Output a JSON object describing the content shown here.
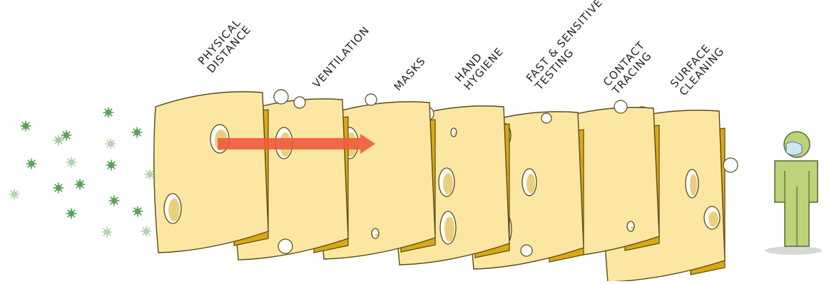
{
  "layers": [
    {
      "label_lines": [
        "PHYSICAL",
        "DISTANCE"
      ]
    },
    {
      "label_lines": [
        "VENTILATION"
      ]
    },
    {
      "label_lines": [
        "MASKS"
      ]
    },
    {
      "label_lines": [
        "HAND",
        "HYGIENE"
      ]
    },
    {
      "label_lines": [
        "FAST & SENSITIVE",
        "TESTING"
      ]
    },
    {
      "label_lines": [
        "CONTACT",
        "TRACING"
      ]
    },
    {
      "label_lines": [
        "SURFACE",
        "CLEANING"
      ]
    }
  ],
  "colors": {
    "cheese_face": "#fbe7a1",
    "cheese_side": "#d9a912",
    "outline": "#5a4a1e",
    "virus": "#5aa35a",
    "arrow": "#f05a3c",
    "person": "#bcd37a",
    "mask": "#cfe7f2"
  },
  "icons": [
    "virus-icon",
    "arrow-icon",
    "person-icon",
    "mask-icon"
  ]
}
